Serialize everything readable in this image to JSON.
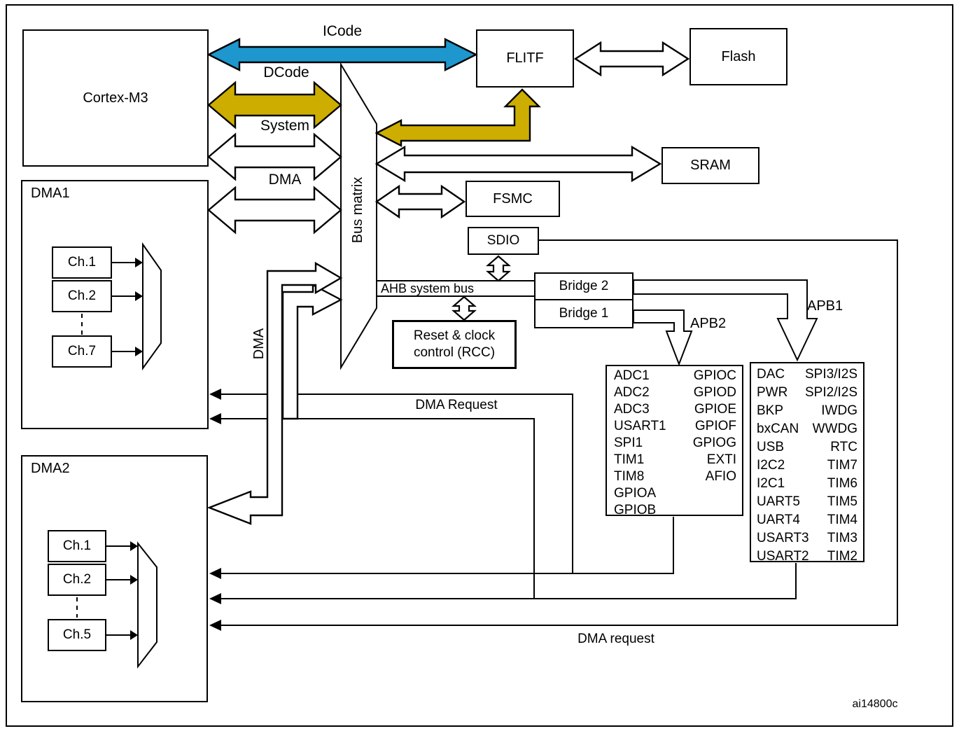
{
  "figure": {
    "id": "ai14800c"
  },
  "colors": {
    "icode_blue": "#1E96CE",
    "dcode_yellow": "#CDAD00"
  },
  "blocks": {
    "cortex": "Cortex-M3",
    "flitf": "FLITF",
    "flash": "Flash",
    "sram": "SRAM",
    "fsmc": "FSMC",
    "sdio": "SDIO",
    "bridge2": "Bridge 2",
    "bridge1": "Bridge 1",
    "rcc_line1": "Reset & clock",
    "rcc_line2": "control (RCC)",
    "bus_matrix": "Bus matrix",
    "dma1": "DMA1",
    "dma2": "DMA2"
  },
  "bus_labels": {
    "icode": "ICode",
    "dcode": "DCode",
    "system": "System",
    "dma": "DMA",
    "dma_vertical": "DMA",
    "ahb": "AHB system bus",
    "apb2": "APB2",
    "apb1": "APB1"
  },
  "request_labels": {
    "to_dma1": "DMA Request",
    "to_dma2": "DMA request"
  },
  "dma1_channels": [
    "Ch.1",
    "Ch.2",
    "Ch.7"
  ],
  "dma2_channels": [
    "Ch.1",
    "Ch.2",
    "Ch.5"
  ],
  "apb2_peripherals": [
    {
      "l": "ADC1",
      "r": "GPIOC"
    },
    {
      "l": "ADC2",
      "r": "GPIOD"
    },
    {
      "l": "ADC3",
      "r": "GPIOE"
    },
    {
      "l": "USART1",
      "r": "GPIOF"
    },
    {
      "l": "SPI1",
      "r": "GPIOG"
    },
    {
      "l": "TIM1",
      "r": "EXTI"
    },
    {
      "l": "TIM8",
      "r": "AFIO"
    },
    {
      "l": "GPIOA",
      "r": ""
    },
    {
      "l": "GPIOB",
      "r": ""
    }
  ],
  "apb1_peripherals": [
    {
      "l": "DAC",
      "r": "SPI3/I2S"
    },
    {
      "l": "PWR",
      "r": "SPI2/I2S"
    },
    {
      "l": "BKP",
      "r": "IWDG"
    },
    {
      "l": "bxCAN",
      "r": "WWDG"
    },
    {
      "l": "USB",
      "r": "RTC"
    },
    {
      "l": "I2C2",
      "r": "TIM7"
    },
    {
      "l": "I2C1",
      "r": "TIM6"
    },
    {
      "l": "UART5",
      "r": "TIM5"
    },
    {
      "l": "UART4",
      "r": "TIM4"
    },
    {
      "l": "USART3",
      "r": "TIM3"
    },
    {
      "l": "USART2",
      "r": "TIM2"
    }
  ]
}
